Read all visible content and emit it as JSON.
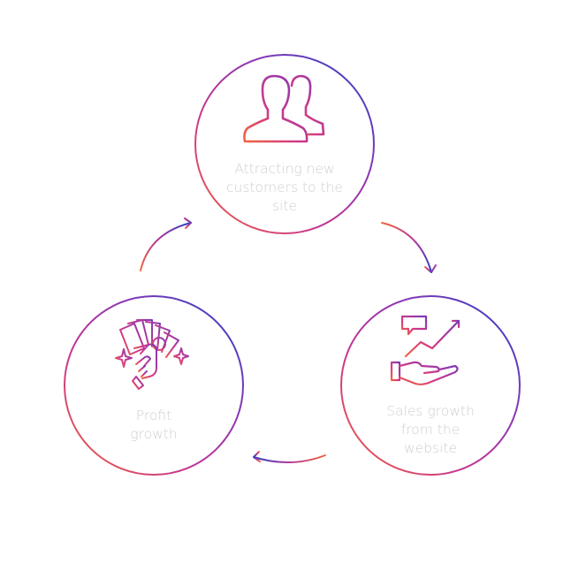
{
  "diagram": {
    "colors": {
      "gradient_blue": "#2a43c4",
      "gradient_purple": "#8b36b5",
      "gradient_magenta": "#c8358f",
      "gradient_orange": "#f2643c",
      "label_text": "#cfcfcf"
    },
    "nodes": [
      {
        "id": "attracting",
        "icon": "users-icon",
        "label_lines": [
          "Attracting new",
          "customers to the",
          "site"
        ]
      },
      {
        "id": "sales",
        "icon": "sales-growth-hand-icon",
        "label_lines": [
          "Sales growth",
          "from the",
          "website"
        ]
      },
      {
        "id": "profit",
        "icon": "money-hand-icon",
        "label_lines": [
          "Profit",
          "growth"
        ]
      }
    ],
    "edges": [
      {
        "from": "attracting",
        "to": "sales"
      },
      {
        "from": "sales",
        "to": "profit"
      },
      {
        "from": "profit",
        "to": "attracting"
      }
    ]
  }
}
